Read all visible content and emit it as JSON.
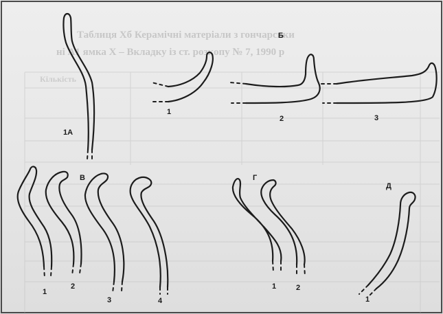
{
  "background": {
    "header_lines": [
      "Таблиця Хб Керамічні матеріали з гончарськи",
      "ні А1 ямка X – Вкладку із ст. розкопу № 7, 1990 р"
    ],
    "column_header": "Кількість"
  },
  "groups": {
    "b": "Б",
    "v": "В",
    "g": "Г",
    "d": "Д"
  },
  "rims": {
    "1a": "1А",
    "b1": "1",
    "b2": "2",
    "b3": "3",
    "v1": "1",
    "v2": "2",
    "v3": "3",
    "v4": "4",
    "g1": "1",
    "g2": "2",
    "d1": "1"
  },
  "colors": {
    "paper": "#e6e6e6",
    "ink": "#1c1c1c",
    "bleed_through": "#b4b4b4"
  }
}
